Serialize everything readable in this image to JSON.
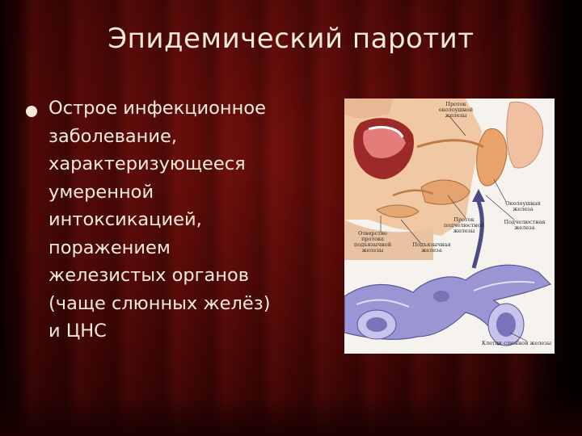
{
  "slide": {
    "title": "Эпидемический паротит",
    "bullet_line1": "Острое инфекционное",
    "bullet_line2": "заболевание,",
    "bullet_line3": "характеризующееся",
    "bullet_line4": "умеренной",
    "bullet_line5": "интоксикацией,",
    "bullet_line6": "поражением",
    "bullet_line7": "железистых органов",
    "bullet_line8": "(чаще слюнных желёз)",
    "bullet_line9": "и ЦНС"
  },
  "figure": {
    "label_parotid_duct": "Проток околоушной железы",
    "label_parotid_gland": "Околоушная железа",
    "label_submandibular_duct": "Проток подчелюстной железы",
    "label_submandibular_gland": "Подчелюстная железа",
    "label_sublingual_opening": "Отверстие протока подъязычной железы",
    "label_sublingual_gland": "Подъязычная железа",
    "label_acinus_cells": "Клетки слюнной железы"
  },
  "colors": {
    "curtain": "#4a0806",
    "text": "#f4e9dc",
    "figure_bg": "#f6f3ee",
    "gland_purple": "#8d86c9",
    "skin": "#f0c9a4"
  }
}
